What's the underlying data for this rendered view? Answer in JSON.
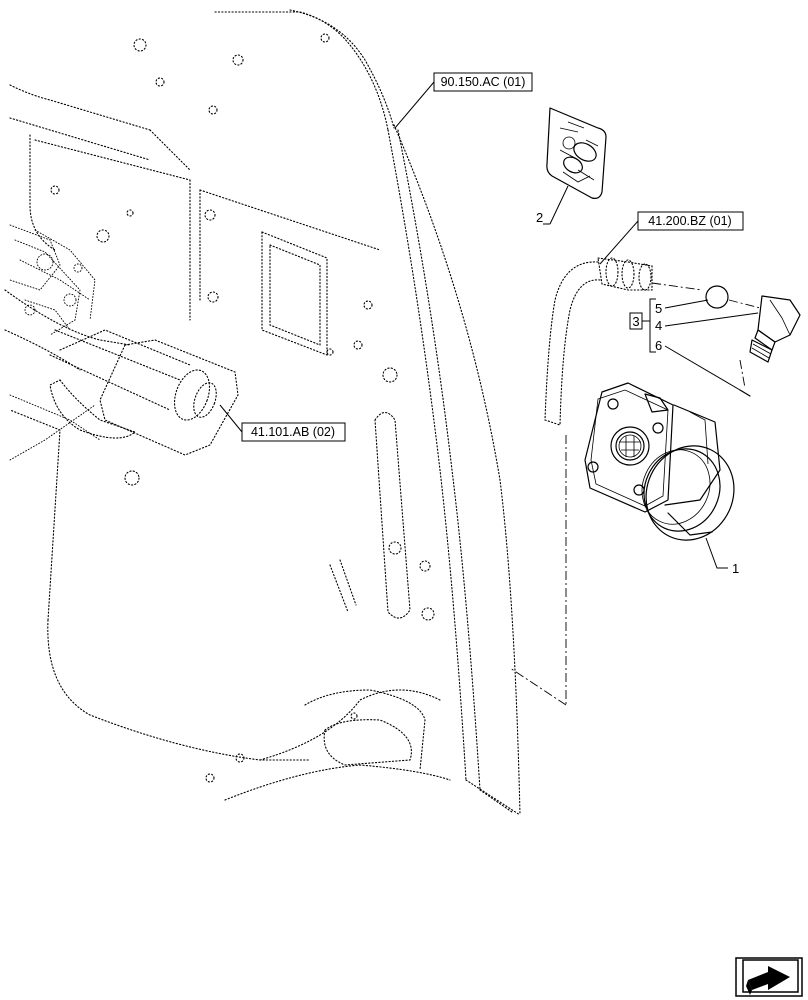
{
  "references": {
    "frame_ref": "90.150.AC (01)",
    "hose_ref": "41.200.BZ (01)",
    "column_ref": "41.101.AB (02)"
  },
  "callouts": {
    "steering_unit": "1",
    "fitting_kit": "2",
    "kit_group": "3",
    "elbow_fitting": "4",
    "o_ring": "5",
    "seal_washer": "6"
  },
  "icons": {
    "next_page": "next-page-arrow-icon"
  }
}
